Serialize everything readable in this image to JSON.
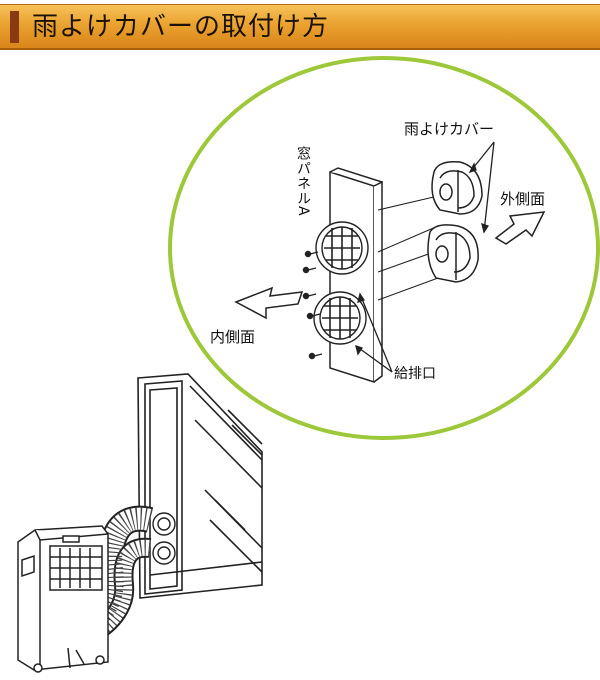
{
  "header": {
    "title": "雨よけカバーの取付け方"
  },
  "diagram": {
    "labels": {
      "rain_cover": "雨よけカバー",
      "window_panel": "窓パネルA",
      "outside": "外側面",
      "inside": "内側面",
      "vent": "給排口"
    }
  },
  "colors": {
    "title_bar": "#e9a22f",
    "accent": "#8a3a12",
    "circle": "#9dc83a"
  }
}
